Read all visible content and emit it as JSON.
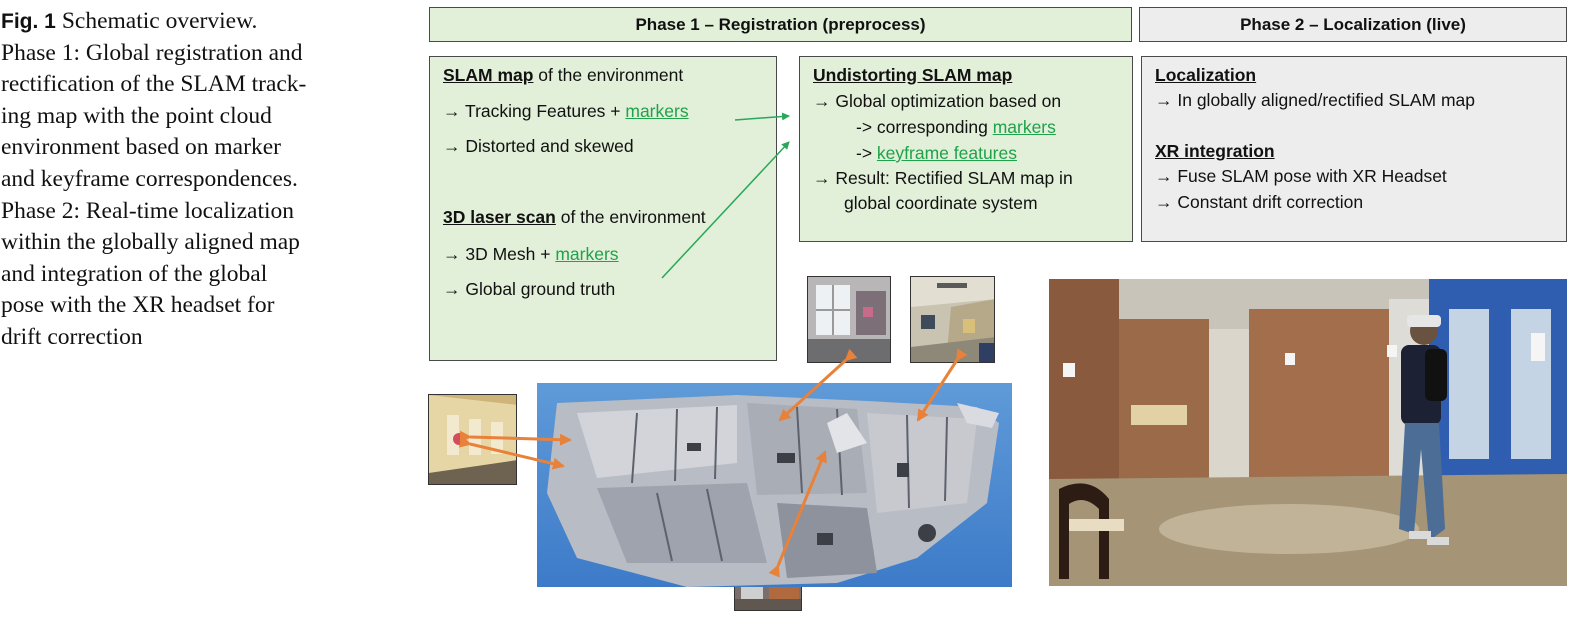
{
  "caption": {
    "label": "Fig. 1",
    "lines": [
      "Schematic overview.",
      "Phase 1: Global registration and",
      "rectification of the SLAM track-",
      "ing map with the point cloud",
      "environment based on marker",
      "and keyframe correspondences.",
      "Phase 2: Real-time localization",
      "within the globally aligned map",
      "and integration of the global",
      "pose with the XR headset for",
      "drift correction"
    ]
  },
  "phase1": {
    "title": "Phase 1 – Registration (preprocess)"
  },
  "phase2": {
    "title": "Phase 2 – Localization (live)"
  },
  "slam_box": {
    "heading": "SLAM map",
    "heading_rest": " of the environment",
    "item1_pre": "→ Tracking Features + ",
    "item1_link": "markers",
    "item2": "→ Distorted and skewed",
    "scan_heading": "3D laser scan",
    "scan_heading_rest": " of the environment",
    "item3_pre": "→ 3D Mesh + ",
    "item3_link": "markers",
    "item4": "→ Global ground truth"
  },
  "undistort_box": {
    "heading": "Undistorting SLAM map",
    "line1": "→ Global optimization based on",
    "line2_pre": "-> corresponding ",
    "line2_link": "markers",
    "line3_pre": "-> ",
    "line3_link": "keyframe features",
    "line4": "→  Result: Rectified SLAM map in",
    "line5": "global coordinate system"
  },
  "localization_box": {
    "heading1": "Localization",
    "line1": "→  In globally aligned/rectified SLAM map",
    "heading2": "XR integration",
    "line2": "→  Fuse SLAM pose with XR Headset",
    "line3": "→  Constant drift correction"
  },
  "colors": {
    "phase1_bg": "#e2efd9",
    "phase2_bg": "#ededed",
    "marker_link": "#1fa24a",
    "arrow_orange": "#e8813a",
    "arrow_green": "#27a85a"
  }
}
